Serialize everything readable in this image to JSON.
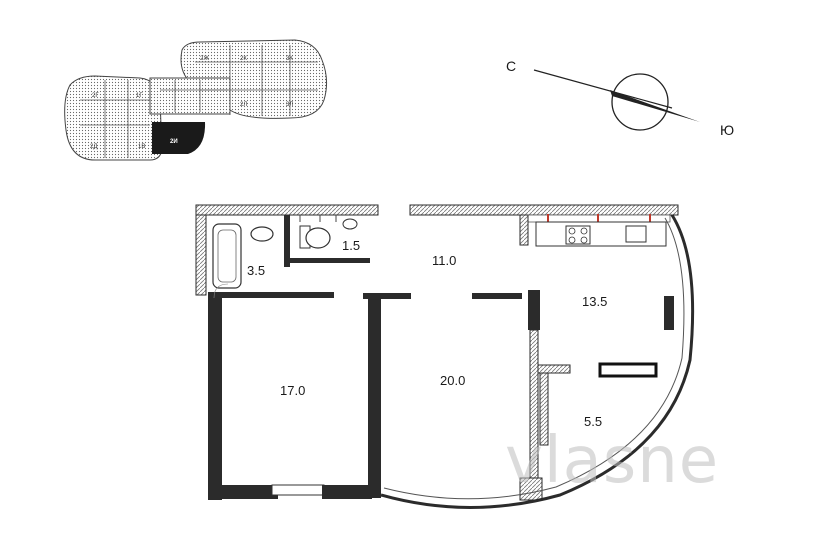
{
  "compass": {
    "north_label": "С",
    "south_label": "Ю"
  },
  "key_plan": {
    "apartments": [
      "2Ж",
      "2К",
      "3К",
      "2Г",
      "1Г",
      "2Л",
      "3Л",
      "2Д",
      "1В"
    ],
    "highlighted_label": "2И",
    "highlight_color": "#1a1a1a"
  },
  "rooms": {
    "bathroom": "3.5",
    "toilet": "1.5",
    "hall": "11.0",
    "kitchen": "13.5",
    "bedroom": "17.0",
    "living_room": "20.0",
    "loggia": "5.5"
  },
  "watermark": {
    "text": "vlasne"
  },
  "colors": {
    "wall": "#2b2b2b",
    "wall_hatch": "#8a8a8a",
    "line": "#333333"
  }
}
